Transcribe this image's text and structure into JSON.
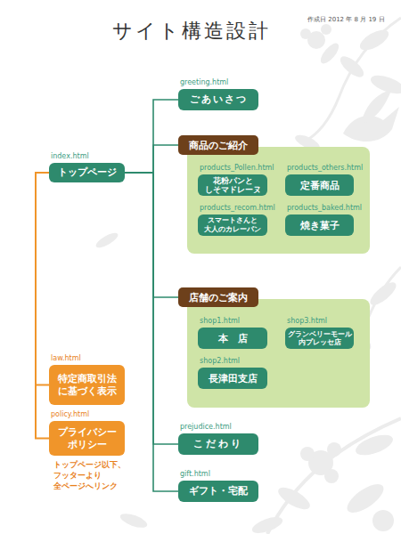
{
  "diagram": {
    "title": "サイト構造設計",
    "nodes": [
      {
        "text": [
          "index.html",
          "トップページ"
        ]
      },
      {
        "text": [
          "greeting.html",
          "ごあいさつ"
        ]
      },
      {
        "text": [
          "商品のご紹介"
        ]
      },
      {
        "text": [
          "products_Pollen.html",
          "花粉パンと しそマドレーヌ"
        ],
        "in": 2
      },
      {
        "text": [
          "products_others.html",
          "定番商品"
        ],
        "in": 2
      },
      {
        "text": [
          "products_recom.html",
          "スマートさんと 大人のカレーパン"
        ],
        "in": 2
      },
      {
        "text": [
          "products_baked.html",
          "焼き菓子"
        ],
        "in": 2
      },
      {
        "text": [
          "店舗のご案内"
        ]
      },
      {
        "text": [
          "shop1.html",
          "本　店"
        ],
        "in": 7
      },
      {
        "text": [
          "shop3.html",
          "グランベリーモール 内プレッセ店"
        ],
        "in": 7
      },
      {
        "text": [
          "shop2.html",
          "長津田支店"
        ],
        "in": 7
      },
      {
        "text": [
          "law.html",
          "特定商取引法 に基づく表示"
        ]
      },
      {
        "text": [
          "policy.html",
          "プライバシー ポリシー"
        ]
      },
      {
        "text": [
          "prejudice.html",
          "こだわり"
        ]
      },
      {
        "text": [
          "gift.html",
          "ギフト・宅配"
        ]
      }
    ],
    "edges": [
      {
        "from": 0,
        "to": 1,
        "arrow": "none"
      },
      {
        "from": 0,
        "to": 2,
        "arrow": "none"
      },
      {
        "from": 0,
        "to": 7,
        "arrow": "none"
      },
      {
        "from": 0,
        "to": 13,
        "arrow": "none"
      },
      {
        "from": 0,
        "to": 14,
        "arrow": "none"
      },
      {
        "from": 0,
        "to": 11,
        "arrow": "none"
      },
      {
        "from": 0,
        "to": 12,
        "arrow": "none"
      }
    ],
    "labels": [
      "作成日 2012 年 8 月 19 日",
      "トップページ以下、 フッターより 全ページへリンク"
    ]
  }
}
